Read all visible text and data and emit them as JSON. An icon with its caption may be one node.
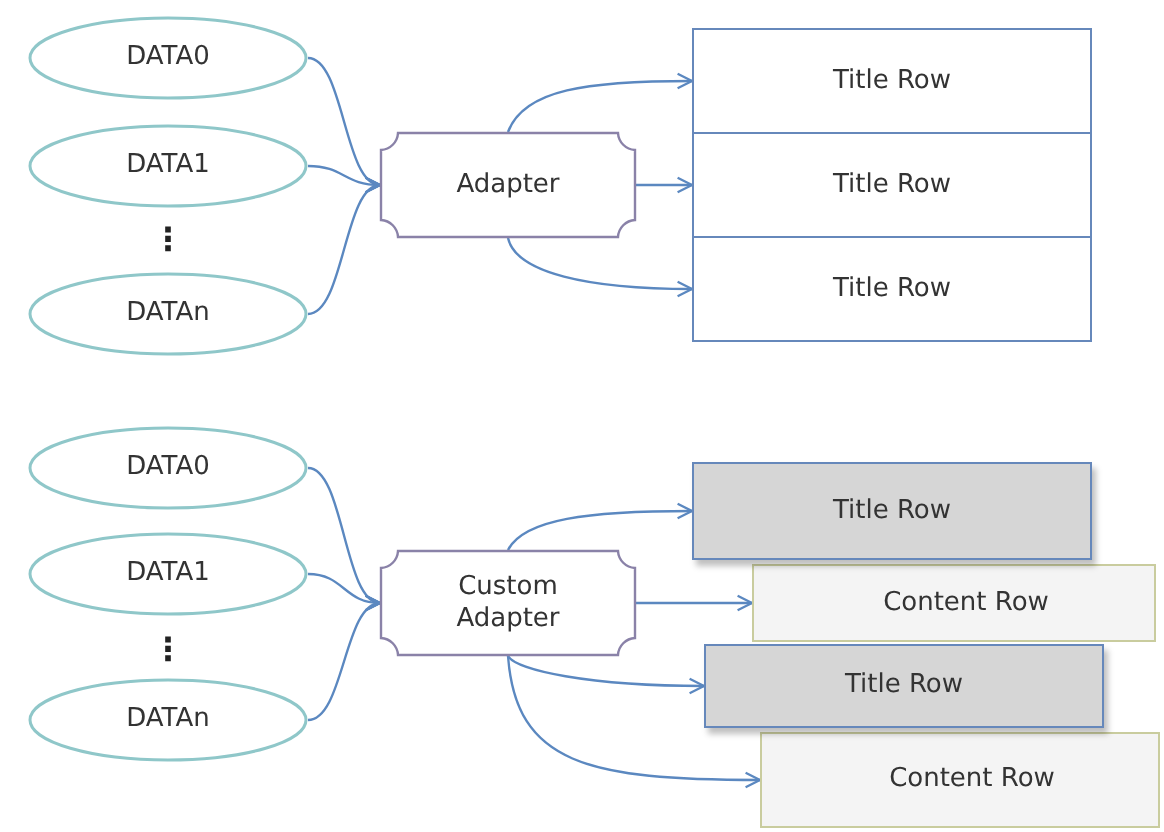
{
  "diagram": {
    "nodes": [
      {
        "text": [
          "DATA0"
        ]
      },
      {
        "text": [
          "DATA1"
        ]
      },
      {
        "text": [
          "DATAn"
        ]
      },
      {
        "text": [
          "Adapter"
        ]
      },
      {
        "text": [
          "Title Row"
        ]
      },
      {
        "text": [
          "Title Row"
        ]
      },
      {
        "text": [
          "Title Row"
        ]
      },
      {
        "text": [
          "DATA0"
        ]
      },
      {
        "text": [
          "DATA1"
        ]
      },
      {
        "text": [
          "DATAn"
        ]
      },
      {
        "text": [
          "Custom Adapter"
        ]
      },
      {
        "text": [
          "Title Row"
        ]
      },
      {
        "text": [
          "Content Row"
        ]
      },
      {
        "text": [
          "Title Row"
        ]
      },
      {
        "text": [
          "Content Row"
        ]
      }
    ],
    "edges": [
      {
        "from": 0,
        "to": 3,
        "arrow": "to"
      },
      {
        "from": 1,
        "to": 3,
        "arrow": "to"
      },
      {
        "from": 2,
        "to": 3,
        "arrow": "to"
      },
      {
        "from": 3,
        "to": 4,
        "arrow": "to"
      },
      {
        "from": 3,
        "to": 5,
        "arrow": "to"
      },
      {
        "from": 3,
        "to": 6,
        "arrow": "to"
      },
      {
        "from": 7,
        "to": 10,
        "arrow": "to"
      },
      {
        "from": 8,
        "to": 10,
        "arrow": "to"
      },
      {
        "from": 9,
        "to": 10,
        "arrow": "to"
      },
      {
        "from": 10,
        "to": 11,
        "arrow": "to"
      },
      {
        "from": 10,
        "to": 12,
        "arrow": "to"
      },
      {
        "from": 10,
        "to": 13,
        "arrow": "to"
      },
      {
        "from": 10,
        "to": 14,
        "arrow": "to"
      }
    ],
    "labels": [
      "⋮",
      "⋮"
    ]
  }
}
